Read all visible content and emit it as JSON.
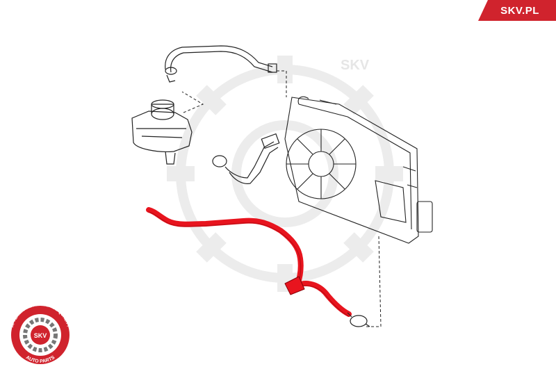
{
  "brand": {
    "tag_text": "SKV.PL",
    "watermark_text": "SKV",
    "badge_center_text": "SKV",
    "badge_ring_top": "AFTERMARKET PRICE · OE QUALITY",
    "badge_ring_bottom": "AUTO PARTS"
  },
  "colors": {
    "accent": "#d0232d",
    "highlight_part": "#e8141e",
    "line_art": "#222222",
    "watermark": "#ececec"
  }
}
